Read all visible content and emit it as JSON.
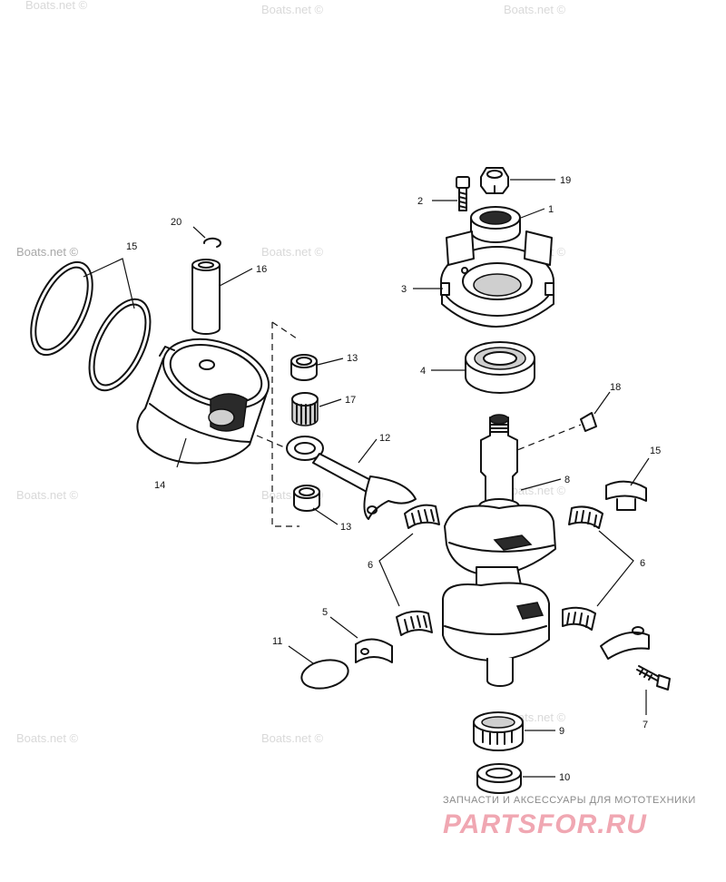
{
  "watermark": {
    "text": "Boats.net ©",
    "color": "#d9d9d9"
  },
  "callouts": {
    "c1": "1",
    "c2": "2",
    "c3": "3",
    "c4": "4",
    "c5": "5",
    "c6a": "6",
    "c6b": "6",
    "c7": "7",
    "c8": "8",
    "c9": "9",
    "c10": "10",
    "c11": "11",
    "c12": "12",
    "c13a": "13",
    "c13b": "13",
    "c14": "14",
    "c15a": "15",
    "c15b": "15",
    "c16": "16",
    "c17": "17",
    "c18": "18",
    "c19": "19",
    "c20": "20"
  },
  "footer": {
    "subtitle": "ЗАПЧАСТИ И АКСЕССУАРЫ ДЛЯ МОТОТЕХНИКИ",
    "logo": "PARTSFOR.RU",
    "logo_color": "#f0a7b2"
  }
}
